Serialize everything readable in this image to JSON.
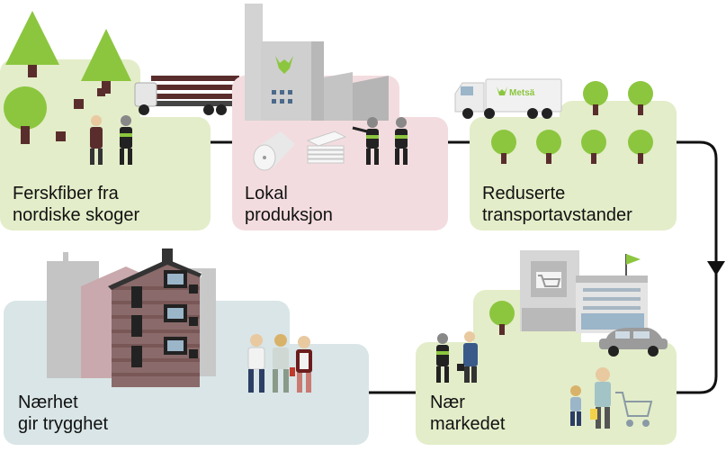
{
  "stages": [
    {
      "line1": "Ferskfiber fra",
      "line2": "nordiske skoger"
    },
    {
      "line1": "Lokal",
      "line2": "produksjon"
    },
    {
      "line1": "Reduserte",
      "line2": "transportavstander"
    },
    {
      "line1": "Nær",
      "line2": "markedet"
    },
    {
      "line1": "Nærhet",
      "line2": "gir trygghet"
    }
  ],
  "truck_brand": "Metsä",
  "colors": {
    "green_panel": "#e3edc9",
    "pink_panel": "#f3dcdf",
    "blue_panel": "#d9e5e6",
    "tree": "#8cc63f",
    "trunk": "#5a2d2d",
    "line": "#111111"
  }
}
